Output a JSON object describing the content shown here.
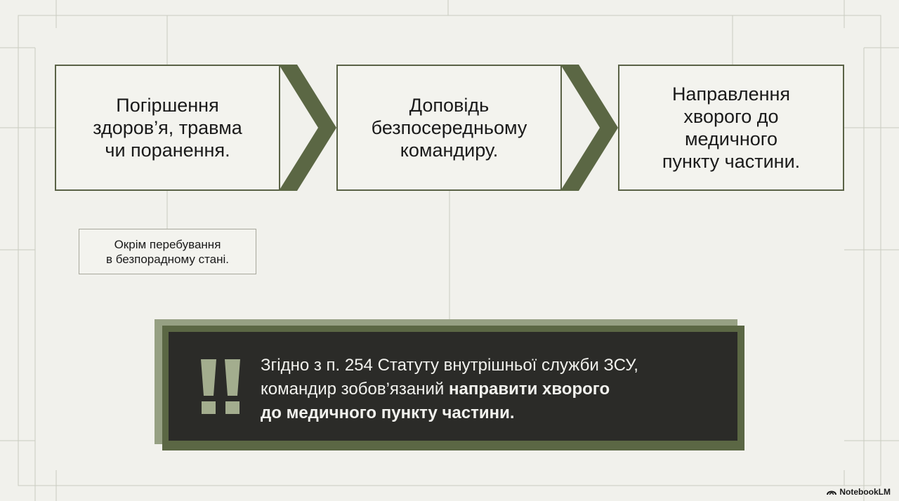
{
  "flow": {
    "steps": [
      {
        "label": "Погіршення\nздоров’я, травма\nчи поранення."
      },
      {
        "label": "Доповідь\nбезпосередньому\nкомандиру."
      },
      {
        "label": "Направлення\nхворого до\nмедичного\nпункту частини."
      }
    ],
    "note": "Окрім перебування\nв безпорадному стані."
  },
  "callout": {
    "icon": "double-exclamation-icon",
    "line1": "Згідно з п. 254 Статуту внутрішньої служби ЗСУ,",
    "line2_plain": "командир зобов’язаний ",
    "line2_bold": "направити хворого",
    "line3_bold": "до медичного пункту частини."
  },
  "brand": {
    "name": "NotebookLM",
    "icon": "notebooklm-logo-icon"
  },
  "colors": {
    "background": "#f1f1ec",
    "accent_dark_green": "#5b6744",
    "accent_light_green": "#96a083",
    "callout_bg": "#2b2b28",
    "grid_line": "#c9ccc0"
  }
}
